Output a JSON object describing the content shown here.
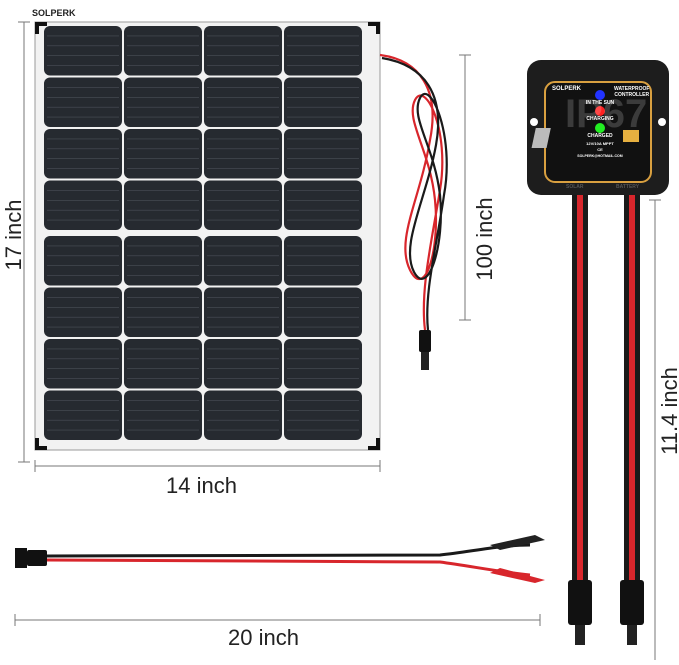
{
  "dimensions": {
    "panel_height": "17 inch",
    "panel_width": "14 inch",
    "panel_cable": "100 inch",
    "controller_cable": "11.4 inch",
    "clip_cable": "20 inch"
  },
  "panel": {
    "brand_logo": "SOLPERK"
  },
  "controller": {
    "brand_logo": "SOLPERK",
    "title_line1": "WATERPROOF",
    "title_line2": "CONTROLLER",
    "rating": "IP67",
    "led_sun": "IN THE SUN",
    "led_charging": "CHARGING",
    "led_charged": "CHARGED",
    "spec": "12V/10A MPPT",
    "cert": "CE",
    "email": "SOLPERK@HOTMAIL.COM",
    "port_solar": "SOLAR",
    "port_battery": "BATTERY"
  },
  "colors": {
    "led_sun": "#2233ff",
    "led_charging": "#ff2020",
    "led_charged": "#22ee22",
    "wire_red": "#d8262c",
    "wire_black": "#1a1a1a",
    "trim": "#d9a040"
  }
}
